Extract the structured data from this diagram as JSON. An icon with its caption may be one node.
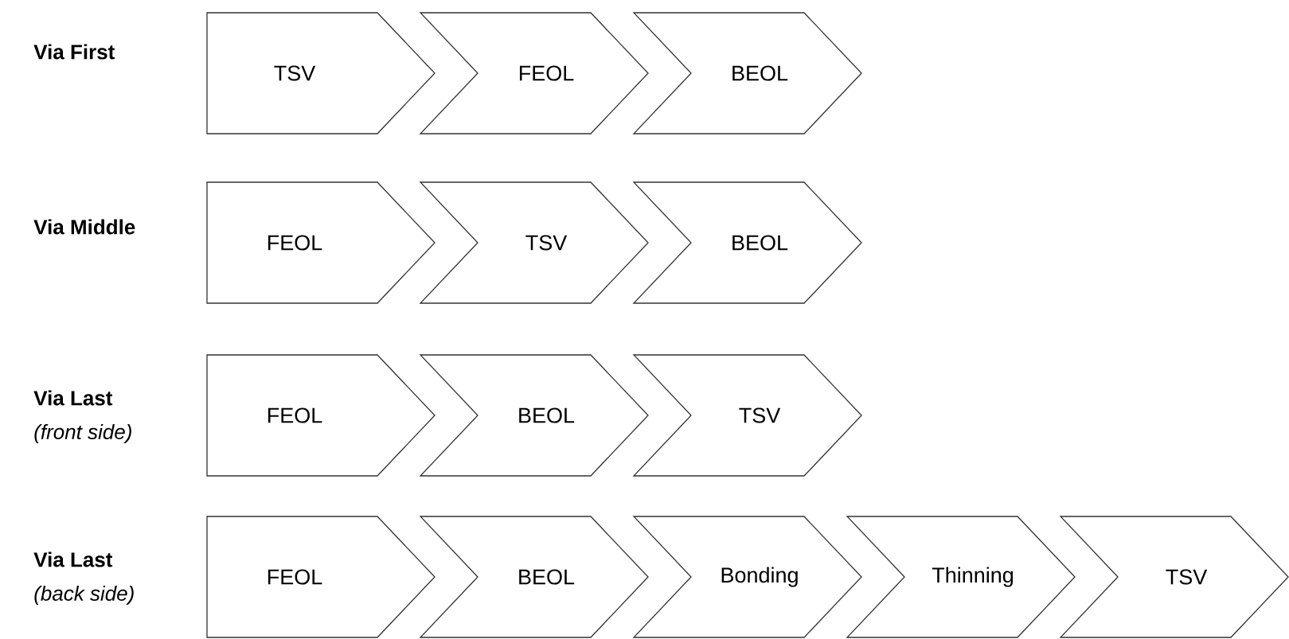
{
  "diagram": {
    "nodes": [
      {
        "text": [
          "TSV"
        ]
      },
      {
        "text": [
          "FEOL"
        ]
      },
      {
        "text": [
          "BEOL"
        ]
      },
      {
        "text": [
          "FEOL"
        ]
      },
      {
        "text": [
          "TSV"
        ]
      },
      {
        "text": [
          "BEOL"
        ]
      },
      {
        "text": [
          "FEOL"
        ]
      },
      {
        "text": [
          "BEOL"
        ]
      },
      {
        "text": [
          "TSV"
        ]
      },
      {
        "text": [
          "FEOL"
        ]
      },
      {
        "text": [
          "BEOL"
        ]
      },
      {
        "text": [
          "Bonding"
        ]
      },
      {
        "text": [
          "Thinning"
        ]
      },
      {
        "text": [
          "TSV"
        ]
      }
    ],
    "labels": [
      "Via First",
      "Via Middle",
      "Via Last",
      "(front side)",
      "Via Last",
      "(back side)"
    ]
  }
}
